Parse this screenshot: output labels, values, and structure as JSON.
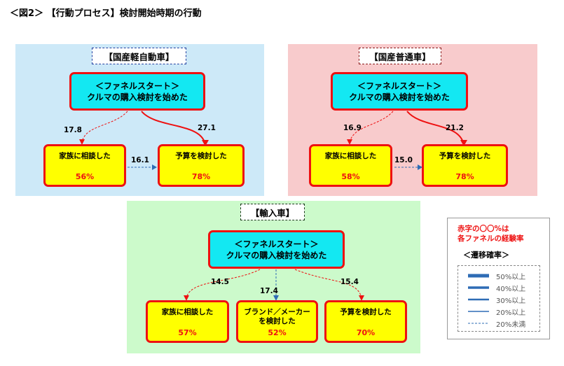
{
  "title": "＜図2＞ 【行動プロセス】検討開始時期の行動",
  "colors": {
    "red": "#ee1111",
    "blue": "#2e6cb5",
    "cyan": "#13e8f2",
    "yellow": "#ffff00"
  },
  "panels": [
    {
      "title": "【国産軽自動車】",
      "funnel": [
        "＜ファネルスタート＞",
        "クルマの購入検討を始めた"
      ],
      "family": {
        "label": "家族に相談した",
        "pct": "56%"
      },
      "budget": {
        "label": "予算を検討した",
        "pct": "78%"
      },
      "rates": {
        "to_family": "17.8",
        "to_budget": "27.1",
        "family_to_budget": "16.1"
      }
    },
    {
      "title": "【国産普通車】",
      "funnel": [
        "＜ファネルスタート＞",
        "クルマの購入検討を始めた"
      ],
      "family": {
        "label": "家族に相談した",
        "pct": "58%"
      },
      "budget": {
        "label": "予算を検討した",
        "pct": "78%"
      },
      "rates": {
        "to_family": "16.9",
        "to_budget": "21.2",
        "family_to_budget": "15.0"
      }
    },
    {
      "title": "【輸入車】",
      "funnel": [
        "＜ファネルスタート＞",
        "クルマの購入検討を始めた"
      ],
      "family": {
        "label": "家族に相談した",
        "pct": "57%"
      },
      "brand": {
        "label1": "ブランド／メーカー",
        "label2": "を検討した",
        "pct": "52%"
      },
      "budget": {
        "label": "予算を検討した",
        "pct": "70%"
      },
      "rates": {
        "to_family": "14.5",
        "to_brand": "17.4",
        "to_budget": "15.4"
      }
    }
  ],
  "legend": {
    "note1": "赤字の〇〇%は",
    "note2": "各ファネルの経験率",
    "heading": "＜遷移確率＞",
    "items": [
      "50%以上",
      "40%以上",
      "30%以上",
      "20%以上",
      "20%未満"
    ]
  }
}
